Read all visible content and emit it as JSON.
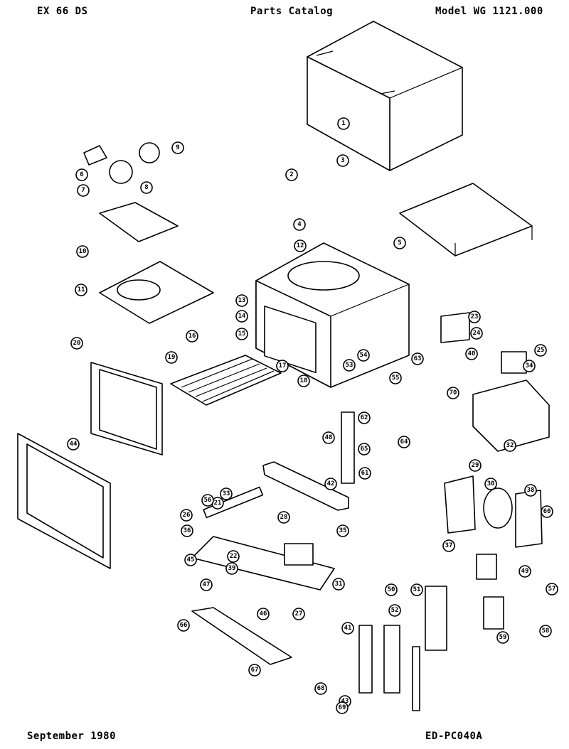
{
  "header": {
    "left": "EX 66 DS",
    "center": "Parts Catalog",
    "right": "Model WG 1121.000"
  },
  "footer": {
    "left": "September 1980",
    "right": "ED-PC040A"
  },
  "callouts": [
    "1",
    "2",
    "3",
    "4",
    "5",
    "6",
    "7",
    "8",
    "9",
    "10",
    "11",
    "12",
    "13",
    "14",
    "15",
    "16",
    "17",
    "18",
    "19",
    "20",
    "21",
    "22",
    "23",
    "24",
    "25",
    "26",
    "27",
    "28",
    "29",
    "30",
    "31",
    "32",
    "33",
    "34",
    "35",
    "36",
    "37",
    "38",
    "39",
    "40",
    "41",
    "42",
    "43",
    "44",
    "45",
    "46",
    "47",
    "48",
    "49",
    "50",
    "51",
    "52",
    "53",
    "54",
    "55",
    "56",
    "57",
    "58",
    "59",
    "60",
    "61",
    "62",
    "63",
    "64",
    "65",
    "66",
    "67",
    "68",
    "69",
    "70"
  ]
}
